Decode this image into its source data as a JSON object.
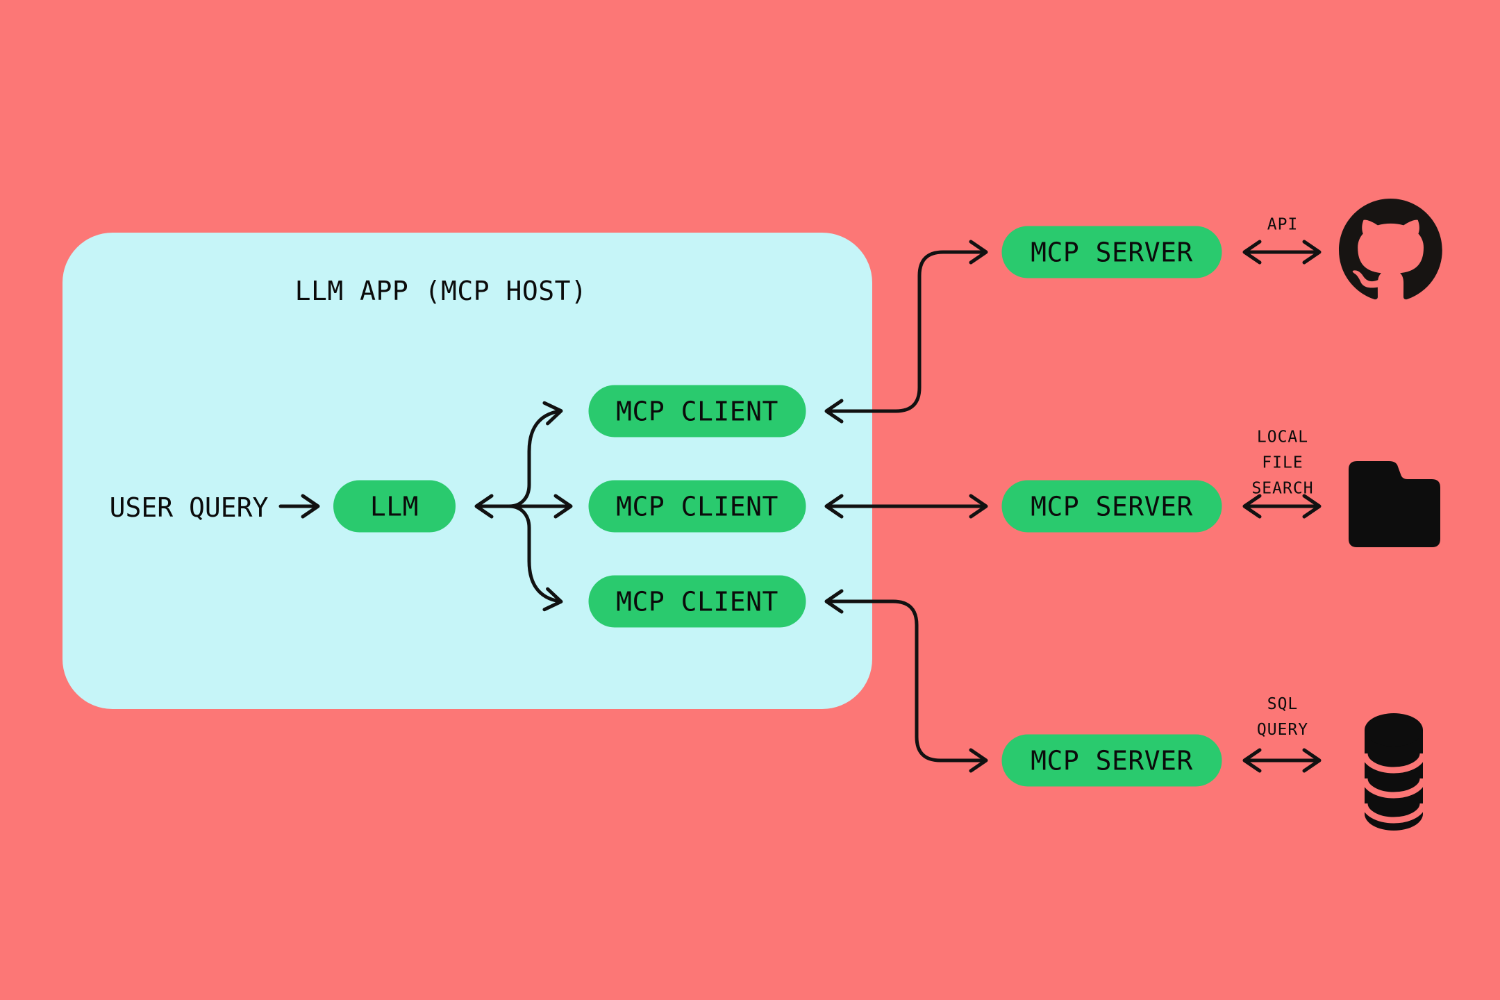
{
  "diagram": {
    "host": {
      "title": "LLM APP (MCP HOST)",
      "user_query_label": "USER QUERY",
      "llm_label": "LLM",
      "clients": [
        {
          "label": "MCP CLIENT"
        },
        {
          "label": "MCP CLIENT"
        },
        {
          "label": "MCP CLIENT"
        }
      ]
    },
    "servers": [
      {
        "label": "MCP SERVER",
        "connection_label": "API",
        "icon": "github-icon"
      },
      {
        "label": "MCP SERVER",
        "connection_label": "LOCAL\nFILE\nSEARCH",
        "icon": "folder-icon"
      },
      {
        "label": "MCP SERVER",
        "connection_label": "SQL\nQUERY",
        "icon": "database-icon"
      }
    ],
    "colors": {
      "background": "#FC7776",
      "host_box": "#C6F5F8",
      "node_pill": "#2ACA6E",
      "line": "#111111"
    }
  }
}
